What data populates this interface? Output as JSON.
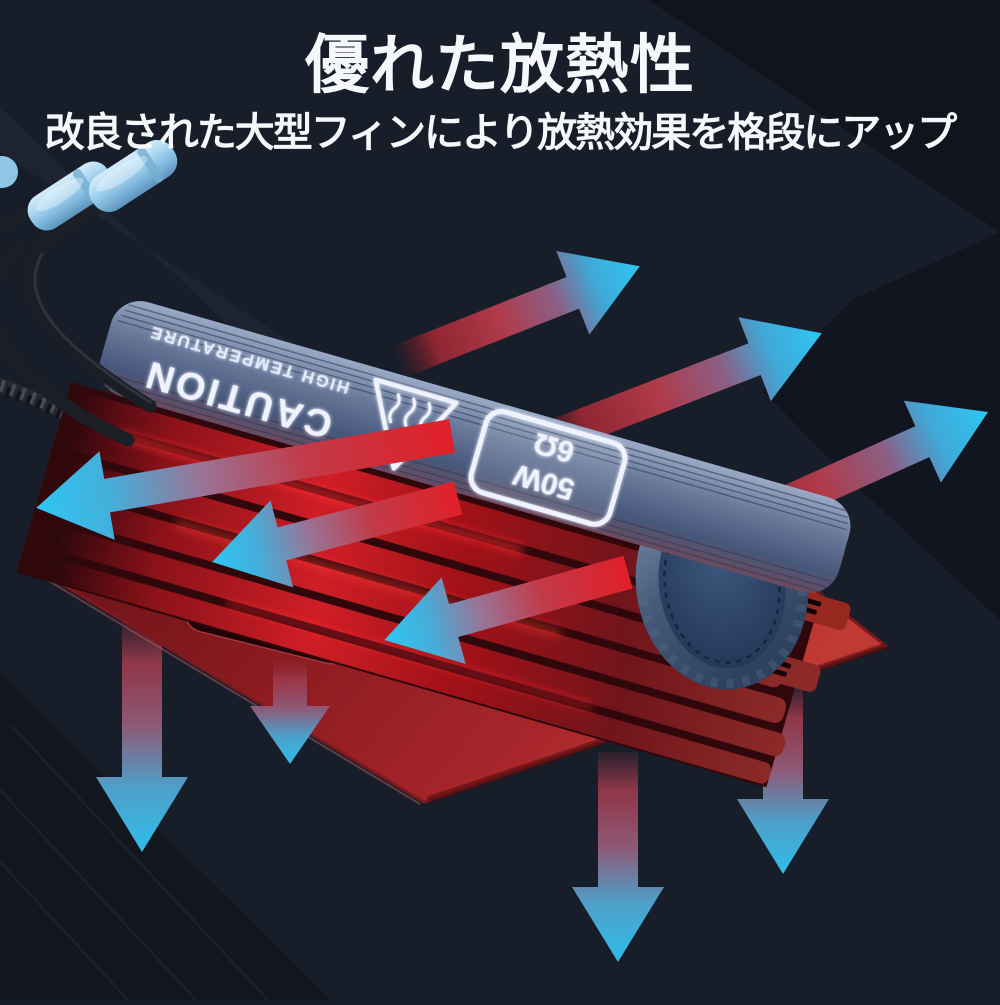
{
  "header": {
    "title": "優れた放熱性",
    "subtitle": "改良された大型フィンにより放熱効果を格段にアップ"
  },
  "device": {
    "caution_label": "CAUTION",
    "caution_sublabel": "HIGH TEMPERATURE",
    "badge_power": "50W",
    "badge_impedance": "6Ω"
  },
  "arrows": {
    "up_right_count": 3,
    "down_left_count": 3,
    "down_count": 4
  },
  "colors": {
    "background": "#181e29",
    "background_dark_facet": "#0f141d",
    "heat_red": "#e01f29",
    "cool_cyan": "#2ec6f2",
    "plate_red": "#8c1b20",
    "fin_red": "#c41e27",
    "cap_steel_blue": "#68799a",
    "cylinder_blue": "#2c4265",
    "connector_blue": "#a9d6f0",
    "title_white": "#f5f7fb"
  }
}
